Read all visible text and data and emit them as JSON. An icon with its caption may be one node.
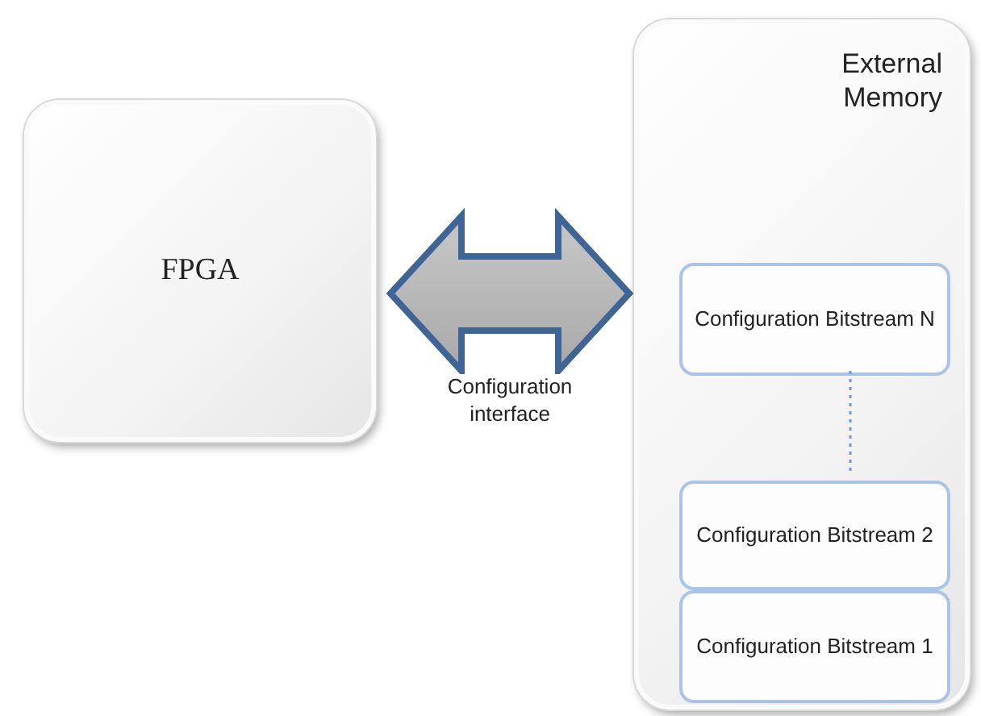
{
  "diagram": {
    "nodes": [
      {
        "text": [
          "FPGA"
        ]
      },
      {
        "text": [
          "External Memory"
        ]
      },
      {
        "text": [
          "Configuration Bitstream N"
        ],
        "in": 1
      },
      {
        "text": [
          "Configuration Bitstream 2"
        ],
        "in": 1
      },
      {
        "text": [
          "Configuration Bitstream 1"
        ],
        "in": 1
      }
    ],
    "edges": [
      {
        "from": 0,
        "to": 1,
        "arrow": "both",
        "label": "Configuration interface"
      },
      {
        "from": 2,
        "to": 3,
        "arrow": "none",
        "style": "dashed"
      }
    ]
  }
}
